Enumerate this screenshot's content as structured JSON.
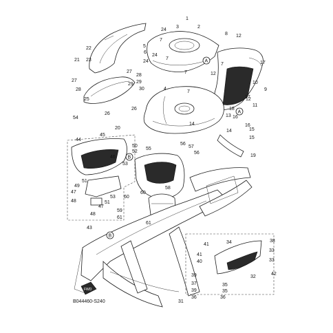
{
  "diagram": {
    "drawing_code": "B044460-S240",
    "ref_markers": [
      "A",
      "A",
      "B",
      "B"
    ],
    "fwd_label": "FWD",
    "callouts": [
      "1",
      "2",
      "3",
      "4",
      "5",
      "6",
      "7",
      "7",
      "7",
      "7",
      "7",
      "8",
      "9",
      "10",
      "11",
      "12",
      "12",
      "12",
      "13",
      "14",
      "14",
      "15",
      "15",
      "16",
      "16",
      "17",
      "17",
      "18",
      "19",
      "20",
      "21",
      "22",
      "23",
      "24",
      "24",
      "24",
      "25",
      "26",
      "26",
      "27",
      "27",
      "28",
      "28",
      "29",
      "29",
      "30",
      "31",
      "32",
      "33",
      "33",
      "34",
      "35",
      "35",
      "36",
      "36",
      "37",
      "38",
      "39",
      "39",
      "40",
      "41",
      "41",
      "42",
      "43",
      "44",
      "45",
      "46",
      "47",
      "47",
      "48",
      "48",
      "49",
      "50",
      "51",
      "51",
      "52",
      "53",
      "53",
      "54",
      "55",
      "56",
      "56",
      "57",
      "58",
      "59",
      "60",
      "60",
      "61",
      "61"
    ]
  }
}
